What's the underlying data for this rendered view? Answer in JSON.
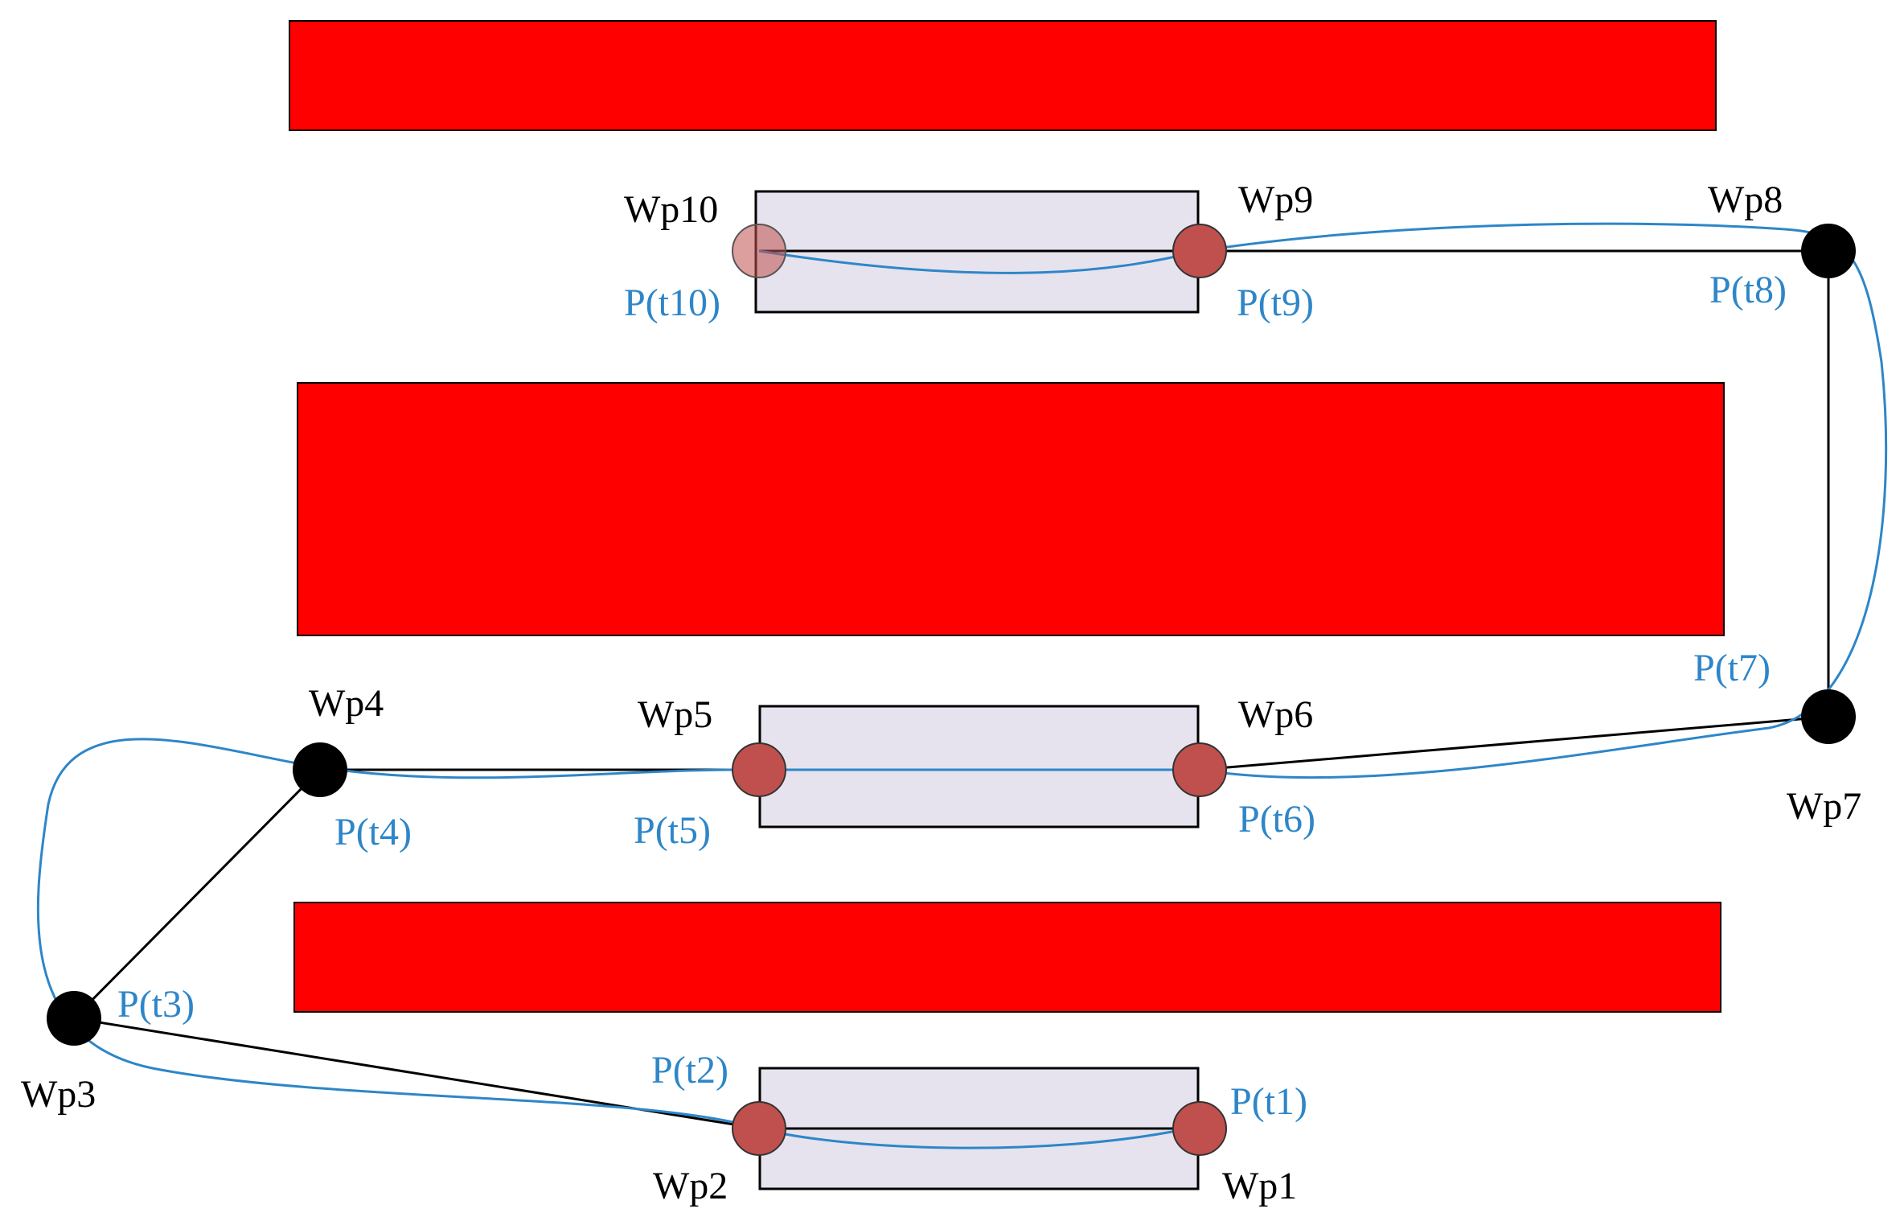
{
  "colors": {
    "obstacle": "#ff0000",
    "station_fill": "#e6e3ee",
    "waypoint_black": "#000000",
    "waypoint_red": "#c0504d",
    "path_blue": "#2e86c8",
    "segment_black": "#000000"
  },
  "waypoints": {
    "wp1": "Wp1",
    "wp2": "Wp2",
    "wp3": "Wp3",
    "wp4": "Wp4",
    "wp5": "Wp5",
    "wp6": "Wp6",
    "wp7": "Wp7",
    "wp8": "Wp8",
    "wp9": "Wp9",
    "wp10": "Wp10"
  },
  "path_points": {
    "p1": "P(t1)",
    "p2": "P(t2)",
    "p3": "P(t3)",
    "p4": "P(t4)",
    "p5": "P(t5)",
    "p6": "P(t6)",
    "p7": "P(t7)",
    "p8": "P(t8)",
    "p9": "P(t9)",
    "p10": "P(t10)"
  }
}
